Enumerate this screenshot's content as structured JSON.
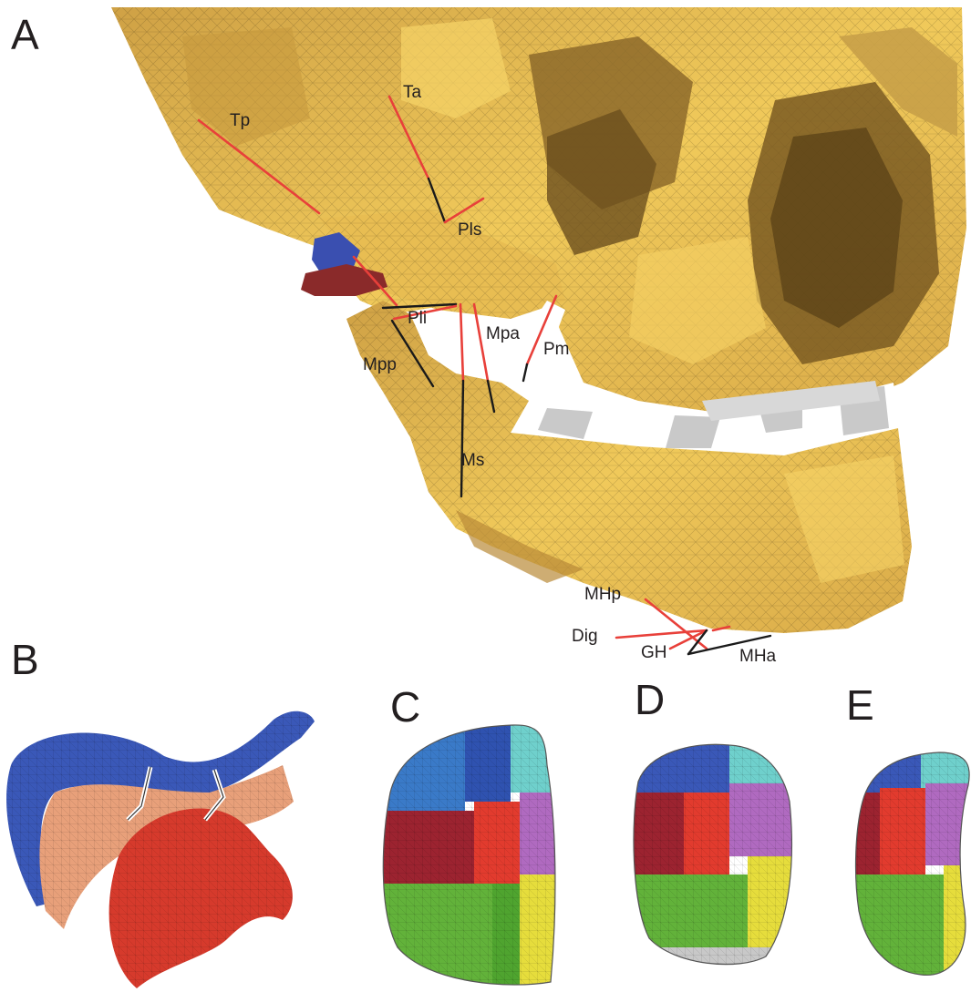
{
  "panels": {
    "a": "A",
    "b": "B",
    "c": "C",
    "d": "D",
    "e": "E"
  },
  "muscle_labels": {
    "tp": "Tp",
    "ta": "Ta",
    "pls": "Pls",
    "pli": "Pli",
    "mpa": "Mpa",
    "pm": "Pm",
    "mpp": "Mpp",
    "ms": "Ms",
    "mhp": "MHp",
    "dig": "Dig",
    "gh": "GH",
    "mha": "MHa"
  },
  "colors": {
    "bone": "#e3b64f",
    "bone_light": "#f4cf5e",
    "bone_dark": "#8f6a28",
    "muscle_active": "#e8403a",
    "muscle_passive": "#1a1a1a",
    "disc_blue": "#3a4fb0",
    "condyle_red": "#b52a2a",
    "disc_peach": "#e8a07a",
    "region_blue": "#3a58b8",
    "region_cyan": "#6fd0cc",
    "region_darkred": "#9c2330",
    "region_red": "#e23b2e",
    "region_purple": "#b06ac0",
    "region_green": "#6bbd3f",
    "region_yellow": "#e6dd3c",
    "region_gray": "#c8c8c8"
  }
}
